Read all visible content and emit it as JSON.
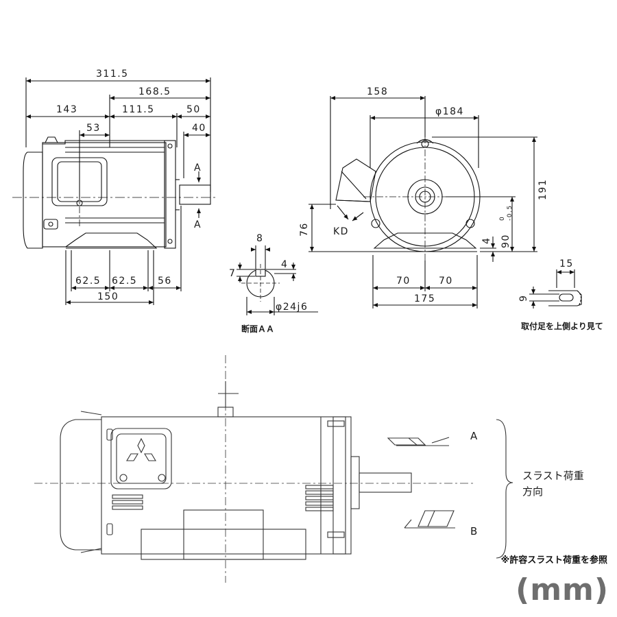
{
  "dimensions": {
    "overall_length": "311.5",
    "flange_to_end": "168.5",
    "rear_to_foot": "143",
    "foot_mid": "111.5",
    "shaft_ext": "50",
    "shaft_len": "40",
    "box_offset": "53",
    "foot_a": "62.5",
    "foot_b": "62.5",
    "foot_c": "56",
    "foot_total": "150",
    "section_key_w": "8",
    "section_key_h1": "7",
    "section_key_h2": "4",
    "shaft_dia": "φ24j6",
    "front_box": "158",
    "front_dia": "φ184",
    "height_total": "191",
    "terminal_h": "76",
    "kd": "KD",
    "center_h_value": "90",
    "center_h_tol_upper": "0",
    "center_h_tol_lower": "-0.5",
    "foot_thk": "4",
    "front_foot_a": "70",
    "front_foot_b": "70",
    "front_foot_total": "175",
    "slot_w": "15",
    "slot_h": "9",
    "section_marker": "A"
  },
  "labels": {
    "section_aa": "断面ＡＡ",
    "foot_view": "取付足を上側より見て",
    "thrust_a": "A",
    "thrust_b": "B",
    "thrust_title": "スラスト荷重",
    "thrust_title2": "方向",
    "ref_note": "※許容スラスト荷重を参照",
    "unit": "(mm)"
  }
}
